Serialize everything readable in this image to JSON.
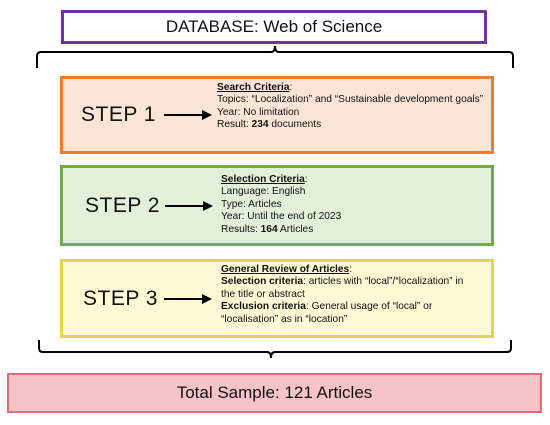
{
  "database": {
    "label": "DATABASE: Web of Science"
  },
  "steps": [
    {
      "label": "STEP 1",
      "heading": "Search Criteria",
      "heading_suffix": ":",
      "lines": [
        {
          "prefix": "Topics: “Localization” and “Sustainable development goals”",
          "bold": "",
          "suffix": ""
        },
        {
          "prefix": "Year: No limitation",
          "bold": "",
          "suffix": ""
        },
        {
          "prefix": "Result: ",
          "bold": "234",
          "suffix": " documents"
        }
      ]
    },
    {
      "label": "STEP 2",
      "heading": "Selection Criteria",
      "heading_suffix": ":",
      "lines": [
        {
          "prefix": "Language: English",
          "bold": "",
          "suffix": ""
        },
        {
          "prefix": "Type: Articles",
          "bold": "",
          "suffix": ""
        },
        {
          "prefix": "Year: Until the end of 2023",
          "bold": "",
          "suffix": ""
        },
        {
          "prefix": "Results: ",
          "bold": "164",
          "suffix": " Articles"
        }
      ]
    },
    {
      "label": "STEP 3",
      "heading": "General Review of Articles",
      "heading_suffix": ":",
      "lines": [
        {
          "prefix": "",
          "bold": "Selection criteria",
          "suffix": ": articles with “local”/“localization” in"
        },
        {
          "prefix": "the title or abstract",
          "bold": "",
          "suffix": ""
        },
        {
          "prefix": "",
          "bold": "Exclusion criteria",
          "suffix": ": General usage of “local” or"
        },
        {
          "prefix": "“localisation” as in “location”",
          "bold": "",
          "suffix": ""
        }
      ]
    }
  ],
  "total": {
    "label": "Total Sample: 121 Articles"
  },
  "colors": {
    "database_border": "#7030a0",
    "step1_border": "#ed7d31",
    "step1_fill": "#fbe5d6",
    "step2_border": "#70ad47",
    "step2_fill": "#e2f0d9",
    "step3_border": "#e8d44a",
    "step3_fill": "#fff9d6",
    "total_border": "#e06c7a",
    "total_fill": "#f6c3c9"
  }
}
